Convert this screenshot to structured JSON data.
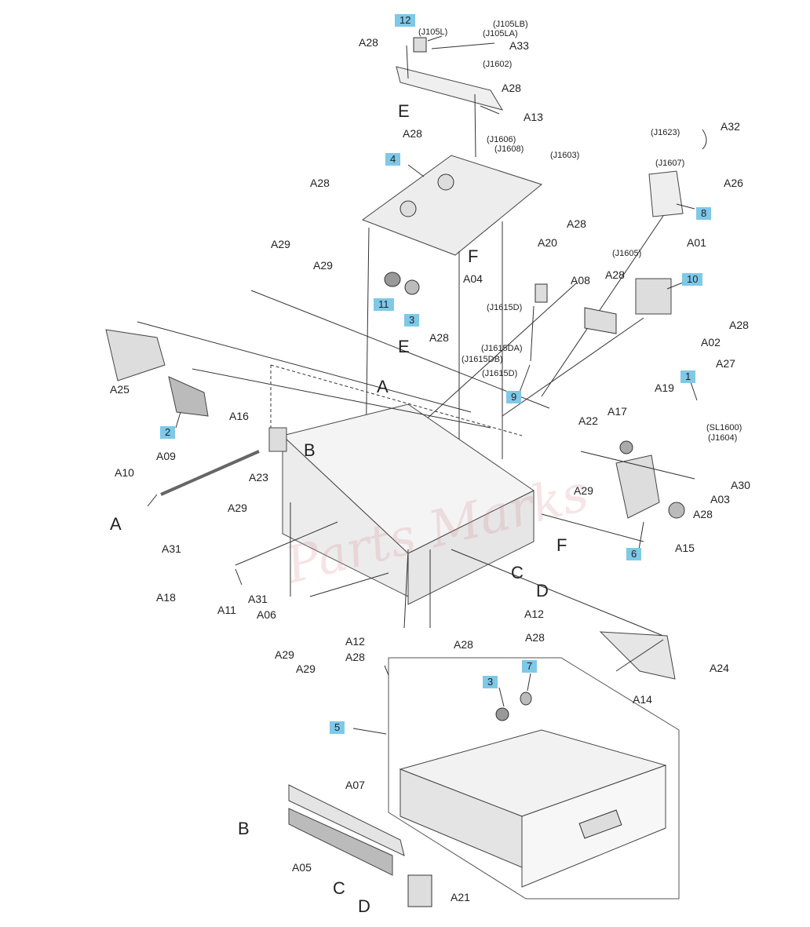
{
  "watermark": "Parts Marks",
  "colors": {
    "highlight": "#7ec8e8",
    "line": "#333333",
    "part_fill": "#ececec",
    "part_stroke": "#444444"
  },
  "callouts": [
    "12",
    "4",
    "8",
    "10",
    "11",
    "3",
    "1",
    "2",
    "9",
    "6",
    "7",
    "3",
    "5"
  ],
  "parts": [
    "A28",
    "A33",
    "A13",
    "A32",
    "A26",
    "A01",
    "A02",
    "A20",
    "A04",
    "A08",
    "A29",
    "A25",
    "A16",
    "A23",
    "A09",
    "A10",
    "A31",
    "A18",
    "A11",
    "A06",
    "A12",
    "A24",
    "A14",
    "A07",
    "A05",
    "A21",
    "A17",
    "A19",
    "A22",
    "A27",
    "A03",
    "A30",
    "A15"
  ],
  "connectors": [
    "(J105L)",
    "(J105LB)",
    "(J105LA)",
    "(J1602)",
    "(J1606)",
    "(J1608)",
    "(J1603)",
    "(J1623)",
    "(J1607)",
    "(J1605)",
    "(J1615D)",
    "(J1615DA)",
    "(J1615DB)",
    "(SL1600)",
    "(J1604)"
  ],
  "links": [
    "A",
    "B",
    "C",
    "D",
    "E",
    "F"
  ]
}
